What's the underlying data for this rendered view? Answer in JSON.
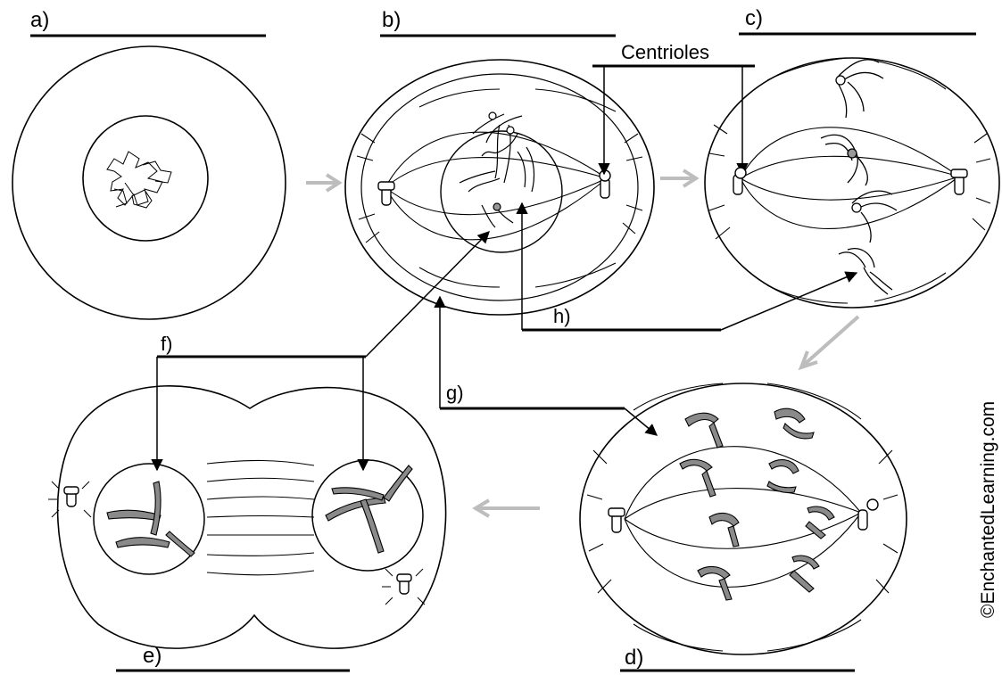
{
  "stage_labels": {
    "a": "a)",
    "b": "b)",
    "c": "c)",
    "d": "d)",
    "e": "e)"
  },
  "callouts": {
    "centrioles": "Centrioles",
    "f": "f)",
    "g": "g)",
    "h": "h)"
  },
  "copyright": "©EnchantedLearning.com",
  "colors": {
    "ink": "#000000",
    "flow_arrow": "#bdbdbd",
    "chromosome_fill": "#8a8a8a",
    "background": "#ffffff"
  }
}
